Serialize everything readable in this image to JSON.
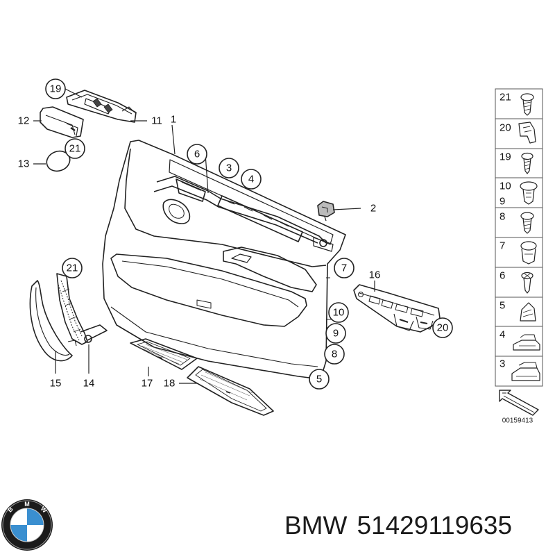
{
  "diagram": {
    "callouts": [
      "19",
      "12",
      "11",
      "1",
      "21",
      "13",
      "6",
      "3",
      "4",
      "2",
      "21",
      "7",
      "16",
      "10",
      "9",
      "8",
      "5",
      "20",
      "15",
      "14",
      "17",
      "18"
    ],
    "legend": [
      {
        "top": "21",
        "bottom": ""
      },
      {
        "top": "20",
        "bottom": ""
      },
      {
        "top": "19",
        "bottom": ""
      },
      {
        "top": "10",
        "bottom": "9"
      },
      {
        "top": "8",
        "bottom": ""
      },
      {
        "top": "7",
        "bottom": ""
      },
      {
        "top": "6",
        "bottom": ""
      },
      {
        "top": "5",
        "bottom": ""
      },
      {
        "top": "4",
        "bottom": ""
      },
      {
        "top": "3",
        "bottom": ""
      }
    ],
    "drawing_number": "00159413"
  },
  "caption": {
    "brand": "BMW",
    "part_number": "51429119635"
  },
  "logo": {
    "letters": "BMW",
    "colors": {
      "blue": "#3a8fd0",
      "white": "#ffffff",
      "ring": "#1b1b1b"
    }
  }
}
